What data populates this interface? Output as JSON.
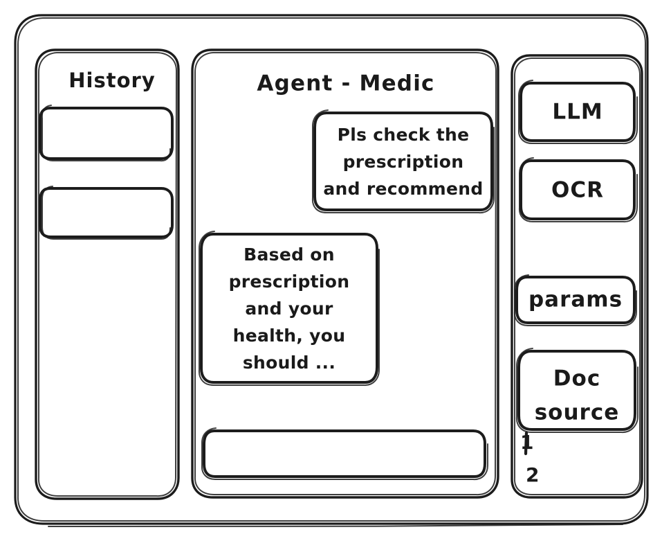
{
  "style": {
    "background": "#ffffff",
    "ink": "#1a1a1a",
    "sketch": "hand-drawn wireframe"
  },
  "window": {
    "name": "agent-medic-wireframe"
  },
  "sidebar_left": {
    "title": "History",
    "items": [
      {
        "label": ""
      },
      {
        "label": ""
      }
    ]
  },
  "main": {
    "title": "Agent - Medic",
    "messages": [
      {
        "role": "user",
        "align": "right",
        "lines": [
          "Pls check the",
          "prescription",
          "and recommend"
        ]
      },
      {
        "role": "assistant",
        "align": "left",
        "lines": [
          "Based on",
          "prescription",
          "and your",
          "health, you",
          "should ..."
        ]
      }
    ],
    "composer": {
      "value": "",
      "placeholder": ""
    }
  },
  "sidebar_right": {
    "buttons": [
      {
        "label": "LLM"
      },
      {
        "label": "OCR"
      },
      {
        "label": "params"
      }
    ],
    "doc_source": {
      "lines": [
        "Doc",
        "source"
      ],
      "list": [
        "1",
        "2"
      ]
    }
  }
}
